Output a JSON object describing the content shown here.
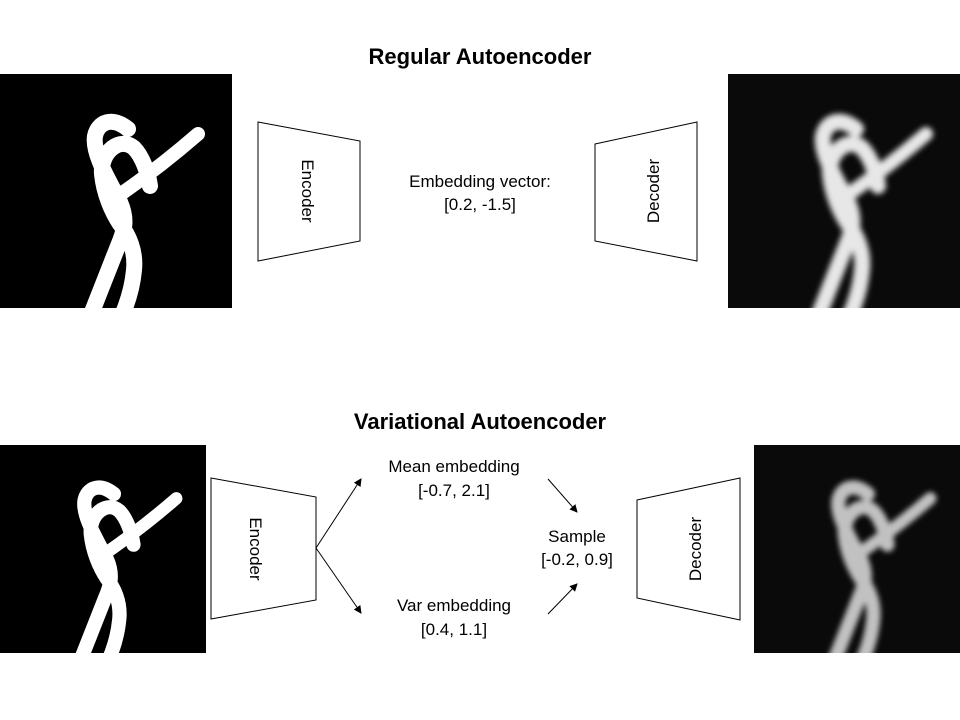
{
  "regular": {
    "title": "Regular Autoencoder",
    "encoder_label": "Encoder",
    "decoder_label": "Decoder",
    "embedding_line1": "Embedding vector:",
    "embedding_line2": "[0.2, -1.5]"
  },
  "variational": {
    "title": "Variational Autoencoder",
    "encoder_label": "Encoder",
    "decoder_label": "Decoder",
    "mean_line1": "Mean embedding",
    "mean_line2": "[-0.7, 2.1]",
    "var_line1": "Var embedding",
    "var_line2": "[0.4, 1.1]",
    "sample_line1": "Sample",
    "sample_line2": "[-0.2, 0.9]"
  },
  "images": {
    "input_digit": "handwritten digit 8 (sharp input)",
    "output_digit": "handwritten digit 8 (blurry reconstruction)",
    "background": "#000000",
    "stroke": "#ffffff"
  }
}
